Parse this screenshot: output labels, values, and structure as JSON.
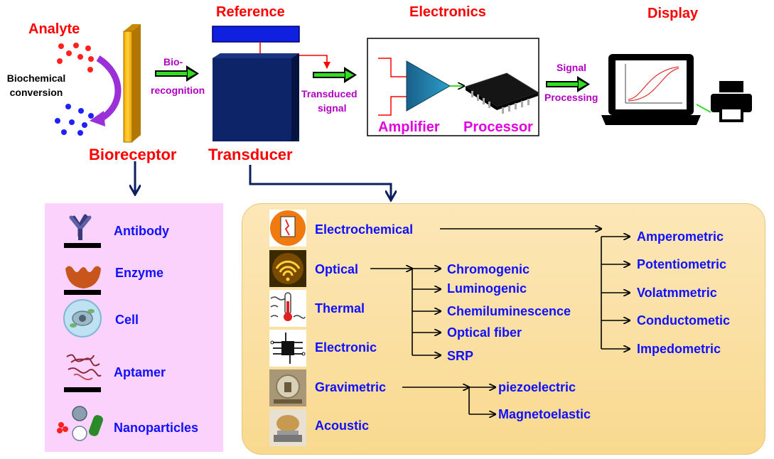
{
  "top": {
    "analyte": "Analyte",
    "reference": "Reference",
    "electronics": "Electronics",
    "display": "Display",
    "biochemical": "Biochemical",
    "conversion": "conversion",
    "bio_line1": "Bio-",
    "bio_line2": "recognition",
    "transduced_line1": "Transduced",
    "transduced_line2": "signal",
    "signal": "Signal",
    "processing": "Processing",
    "amplifier": "Amplifier",
    "processor": "Processor",
    "bioreceptor": "Bioreceptor",
    "transducer": "Transducer"
  },
  "bioreceptors": [
    "Antibody",
    "Enzyme",
    "Cell",
    "Aptamer",
    "Nanoparticles"
  ],
  "transducers": [
    "Electrochemical",
    "Optical",
    "Thermal",
    "Electronic",
    "Gravimetric",
    "Acoustic"
  ],
  "optical_types": [
    "Chromogenic",
    "Luminogenic",
    "Chemiluminescence",
    "Optical fiber",
    "SRP"
  ],
  "electrochemical_types": [
    "Amperometric",
    "Potentiometric",
    "Volatmmetric",
    "Conductometic",
    "Impedometric"
  ],
  "gravimetric_types": [
    "piezoelectric",
    "Magnetoelastic"
  ],
  "colors": {
    "label_red": "#ff0000",
    "label_blue": "#1010ff",
    "label_magenta": "#e000e0",
    "label_purple": "#b000c0",
    "pink_panel": "#fbd2fb",
    "tan_panel": "#f9d98f",
    "arrow_green": "#33dd22",
    "navy": "#0b1f5e"
  }
}
